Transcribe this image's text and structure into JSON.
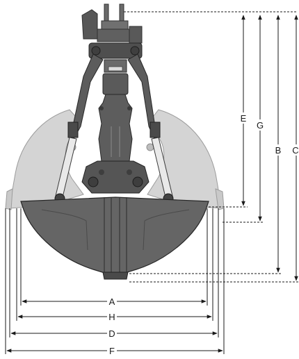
{
  "diagram": {
    "subject": "clamshell-grab-dimension-drawing",
    "colors": {
      "body_dark": "#5b5b5b",
      "body_mid": "#6e6e6e",
      "shell_open": "#cfcfcf",
      "dim_line": "#1a1a1a"
    },
    "labels": {
      "A": "A",
      "H": "H",
      "D": "D",
      "F": "F",
      "E": "E",
      "G": "G",
      "B": "B",
      "C": "C"
    }
  }
}
